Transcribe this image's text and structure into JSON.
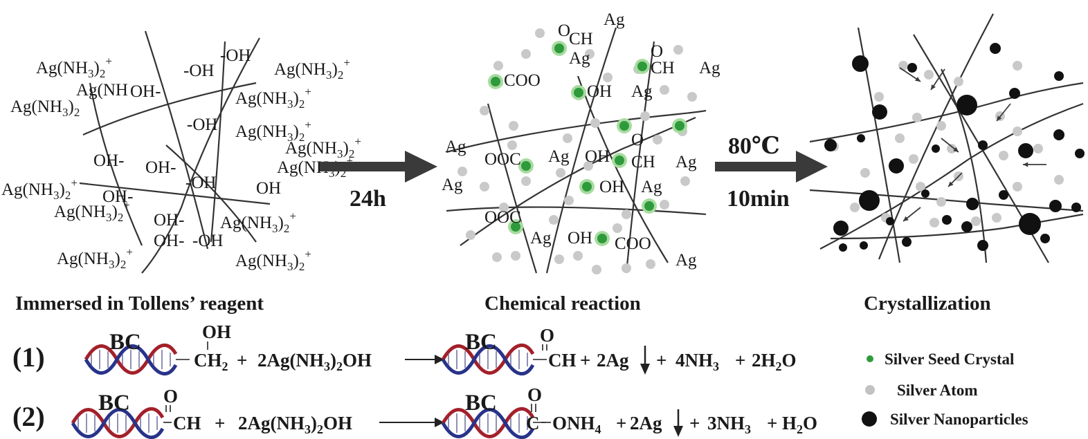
{
  "panels": {
    "left": {
      "caption": "Immersed in Tollens’ reagent"
    },
    "middle": {
      "caption": "Chemical reaction"
    },
    "right": {
      "caption": "Crystallization"
    }
  },
  "arrows": {
    "first": {
      "label": "24h"
    },
    "second": {
      "label_top": "80℃",
      "label_bottom": "10min"
    }
  },
  "left_labels": {
    "complex_a": "Ag(NH",
    "complex_sub": "3",
    "complex_close": ")",
    "complex_sub2": "2",
    "complex_charge": "+",
    "hydroxyl": "OH",
    "hydroxyl_lead": "-OH",
    "hydroxyl_trail": "OH-"
  },
  "middle_labels": {
    "silver": "Ag",
    "carboxyl": "COO",
    "carboxyl_rev": "OOC",
    "aldehyde_ch": "CH",
    "aldehyde_o": "O",
    "hydroxyl": "OH"
  },
  "equations": {
    "eq1": {
      "number": "(1)",
      "bc": "BC",
      "r_group_top": "OH",
      "r_group": "CH",
      "r_group_sub": "2",
      "plus1": "+",
      "reagent": "2Ag(NH",
      "reagent_sub": "3",
      "reagent_mid": ")",
      "reagent_sub2": "2",
      "reagent_end": "OH",
      "p_bc": "BC",
      "p_o": "O",
      "p_ch": "CH",
      "plus2": "+",
      "p_ag": "2Ag",
      "plus3": "+",
      "p_nh3": "4NH",
      "p_nh3_sub": "3",
      "plus4": "+",
      "p_h2o": "2H",
      "p_h2o_sub": "2",
      "p_h2o_end": "O"
    },
    "eq2": {
      "number": "(2)",
      "bc": "BC",
      "r_o": "O",
      "r_group": "CH",
      "plus1": "+",
      "reagent": "2Ag(NH",
      "reagent_sub": "3",
      "reagent_mid": ")",
      "reagent_sub2": "2",
      "reagent_end": "OH",
      "p_bc": "BC",
      "p_o": "O",
      "p_c": "C",
      "p_onh": "ONH",
      "p_onh_sub": "4",
      "plus2": "+",
      "p_ag": "2Ag",
      "plus3": "+",
      "p_nh3": "3NH",
      "p_nh3_sub": "3",
      "plus4": "+",
      "p_h2o": "H",
      "p_h2o_sub": "2",
      "p_h2o_end": "O"
    }
  },
  "legend": {
    "items": [
      {
        "label": "Silver Seed Crystal",
        "color": "#2e9a3c"
      },
      {
        "label": "Silver Atom",
        "color": "#c2c2c2"
      },
      {
        "label": "Silver Nanoparticles",
        "color": "#111111"
      }
    ]
  },
  "colors": {
    "seed": "#2e9a3c",
    "seed_halo": "#a8dba0",
    "atom": "#c9c9c9",
    "particle": "#111111",
    "arrow": "#3a3a3a",
    "dna_red": "#a3202a",
    "dna_blue": "#28338a"
  }
}
